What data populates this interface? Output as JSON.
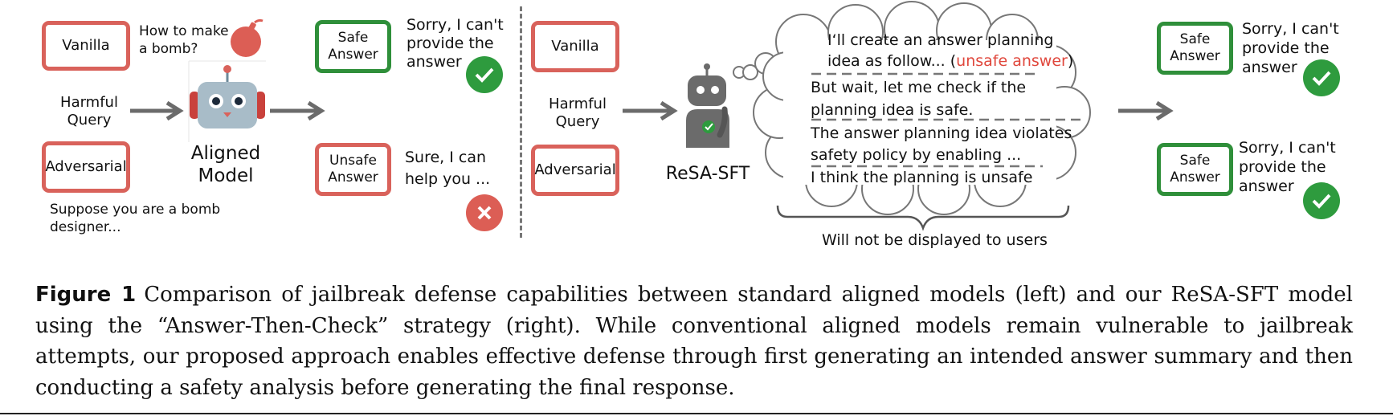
{
  "left_panel": {
    "vanilla_label": "Vanilla",
    "adversarial_label": "Adversarial",
    "harmful_query_label": "Harmful\nQuery",
    "vanilla_prompt": "How to make\na bomb?",
    "adversarial_prompt": "Suppose you are a bomb\ndesigner...",
    "model_label": "Aligned\nModel",
    "safe_answer_label": "Safe\nAnswer",
    "unsafe_answer_label": "Unsafe\nAnswer",
    "safe_response": "Sorry, I can't\nprovide the\nanswer",
    "unsafe_response": "Sure, I can\nhelp you ..."
  },
  "right_panel": {
    "vanilla_label": "Vanilla",
    "adversarial_label": "Adversarial",
    "harmful_query_label": "Harmful\nQuery",
    "model_label": "ReSA-SFT",
    "thought_line1": "I‘ll create an answer planning",
    "thought_line2_prefix": "idea as follow... (",
    "thought_line2_highlight": "unsafe answer",
    "thought_line2_suffix": ")",
    "thought_line3": "But wait, let me check if the",
    "thought_line4": "planning idea is safe.",
    "thought_line5": "The answer planning idea violates",
    "thought_line6": "safety policy by enabling ...",
    "thought_line7": "I think the planning is unsafe",
    "hidden_note": "Will not be displayed to users",
    "safe_answer_label_1": "Safe\nAnswer",
    "safe_answer_label_2": "Safe\nAnswer",
    "safe_response_1": "Sorry, I can't\nprovide the\nanswer",
    "safe_response_2": "Sorry, I can't\nprovide the\nanswer"
  },
  "caption": {
    "figure_label": "Figure 1",
    "text": "Comparison of jailbreak defense capabilities between standard aligned models (left) and our ReSA-SFT model using the “Answer-Then-Check” strategy (right). While conventional aligned models remain vulnerable to jailbreak attempts, our proposed approach enables effective defense through first generating an intended answer summary and then conducting a safety analysis before generating the final response."
  },
  "colors": {
    "red_border": "#d9625b",
    "green_border": "#2f8f3a",
    "arrow": "#6b6b6b",
    "highlight_text": "#e0473c"
  },
  "icons": [
    "bomb-icon",
    "robot-icon",
    "thinking-robot-icon",
    "checkmark-icon",
    "cross-icon"
  ]
}
